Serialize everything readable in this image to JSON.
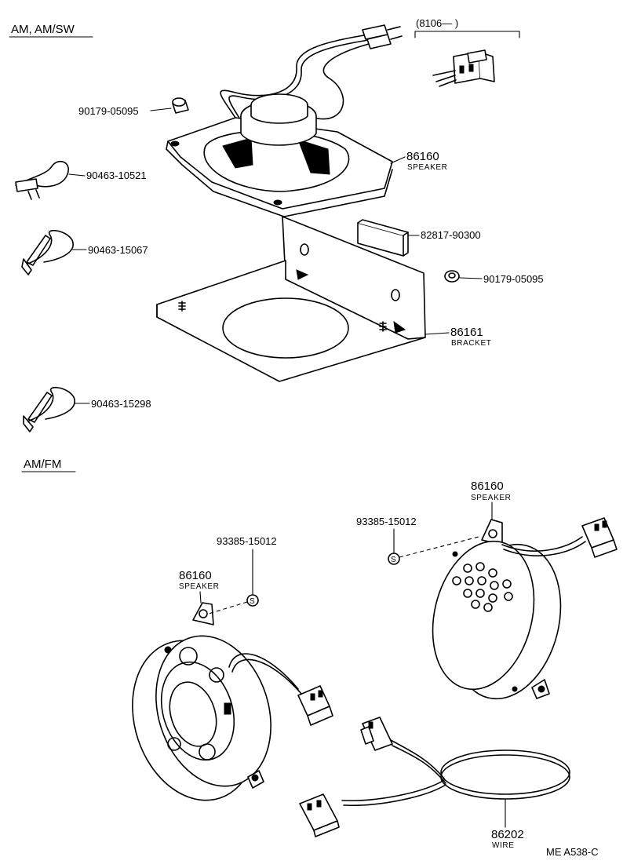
{
  "sections": {
    "top": "AM, AM/SW",
    "bottom": "AM/FM"
  },
  "date_note": "(8106—      )",
  "parts": {
    "nut_1": "90179-05095",
    "speaker_top_no": "86160",
    "speaker_top_name": "SPEAKER",
    "clamp_1": "90463-10521",
    "clamp_2": "90463-15067",
    "clamp_3": "90463-15298",
    "pad": "82817-90300",
    "nut_2": "90179-05095",
    "bracket_no": "86161",
    "bracket_name": "BRACKET",
    "screw_left": "93385-15012",
    "screw_right": "93385-15012",
    "speaker_left_no": "86160",
    "speaker_left_name": "SPEAKER",
    "speaker_right_no": "86160",
    "speaker_right_name": "SPEAKER",
    "wire_no": "86202",
    "wire_name": "WIRE"
  },
  "ref_code": "ME  A538-C",
  "screw_symbol": "S"
}
